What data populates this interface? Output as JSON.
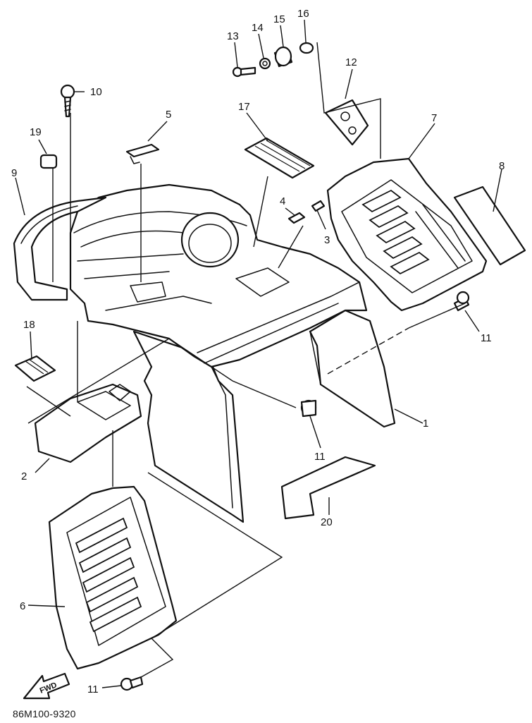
{
  "diagram": {
    "callouts": [
      {
        "id": "c1",
        "text": "1"
      },
      {
        "id": "c2",
        "text": "2"
      },
      {
        "id": "c3",
        "text": "3"
      },
      {
        "id": "c4",
        "text": "4"
      },
      {
        "id": "c5",
        "text": "5"
      },
      {
        "id": "c6",
        "text": "6"
      },
      {
        "id": "c7",
        "text": "7"
      },
      {
        "id": "c8",
        "text": "8"
      },
      {
        "id": "c9",
        "text": "9"
      },
      {
        "id": "c10",
        "text": "10"
      },
      {
        "id": "c11a",
        "text": "11"
      },
      {
        "id": "c11b",
        "text": "11"
      },
      {
        "id": "c11c",
        "text": "11"
      },
      {
        "id": "c12",
        "text": "12"
      },
      {
        "id": "c13",
        "text": "13"
      },
      {
        "id": "c14",
        "text": "14"
      },
      {
        "id": "c15",
        "text": "15"
      },
      {
        "id": "c16",
        "text": "16"
      },
      {
        "id": "c17",
        "text": "17"
      },
      {
        "id": "c18",
        "text": "18"
      },
      {
        "id": "c19",
        "text": "19"
      },
      {
        "id": "c20",
        "text": "20"
      }
    ],
    "fwd_label": "FWD",
    "drawing_code": "86M100-9320"
  }
}
